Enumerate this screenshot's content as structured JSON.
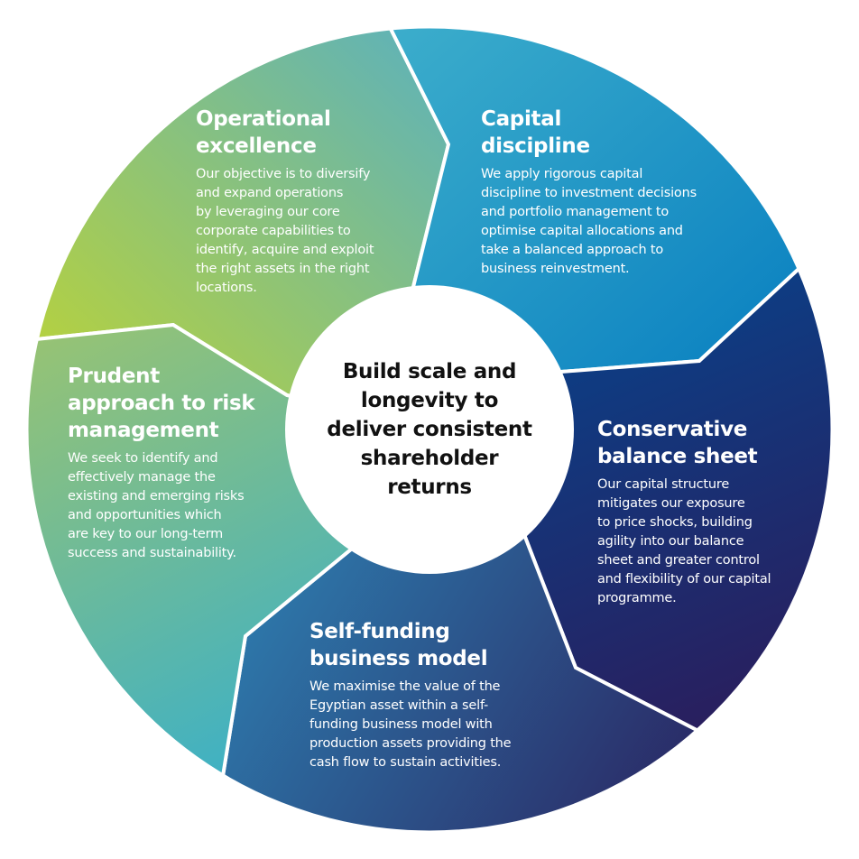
{
  "center": {
    "lines": [
      "Build scale and",
      "longevity to",
      "deliver consistent",
      "shareholder",
      "returns"
    ]
  },
  "segments": [
    {
      "id": "operational-excellence",
      "title": [
        "Operational",
        "excellence"
      ],
      "body": [
        "Our objective is to diversify",
        "and expand operations",
        "by leveraging our core",
        "corporate capabilities to",
        "identify, acquire and exploit",
        "the right assets in the right",
        "locations."
      ],
      "colors": [
        "#c3d62c",
        "#58b0c2"
      ]
    },
    {
      "id": "capital-discipline",
      "title": [
        "Capital",
        "discipline"
      ],
      "body": [
        "We apply rigorous capital",
        "discipline to investment decisions",
        "and portfolio management to",
        "optimise capital allocations and",
        "take a balanced approach to",
        "business reinvestment."
      ],
      "colors": [
        "#3fb0cc",
        "#0078bf"
      ]
    },
    {
      "id": "conservative-balance-sheet",
      "title": [
        "Conservative",
        "balance sheet"
      ],
      "body": [
        "Our capital structure",
        "mitigates our exposure",
        "to price shocks, building",
        "agility into our balance",
        "sheet and greater control",
        "and flexibility of our capital",
        "programme."
      ],
      "colors": [
        "#004b95",
        "#2b1d5c"
      ]
    },
    {
      "id": "self-funding-business-model",
      "title": [
        "Self-funding",
        "business model"
      ],
      "body": [
        "We maximise the value of the",
        "Egyptian asset within a self-",
        "funding business model with",
        "production assets providing the",
        "cash flow to sustain activities."
      ],
      "colors": [
        "#2e8dbd",
        "#2a215e"
      ]
    },
    {
      "id": "prudent-approach-to-risk-management",
      "title": [
        "Prudent",
        "approach to risk",
        "management"
      ],
      "body": [
        "We seek to identify and",
        "effectively manage the",
        "existing and emerging risks",
        "and opportunities which",
        "are key to our long-term",
        "success and sustainability."
      ],
      "colors": [
        "#9cc46f",
        "#36afcc"
      ]
    }
  ]
}
